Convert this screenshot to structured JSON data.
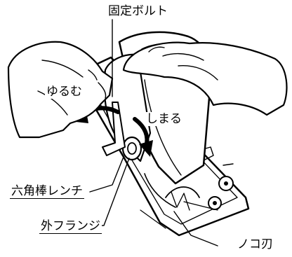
{
  "labels": {
    "lock_bolt": "固定ボルト",
    "loosen": "ゆるむ",
    "tighten": "しまる",
    "hex_wrench": "六角棒レンチ",
    "outer_flange": "外フランジ",
    "saw_blade": "ノコ刃"
  }
}
